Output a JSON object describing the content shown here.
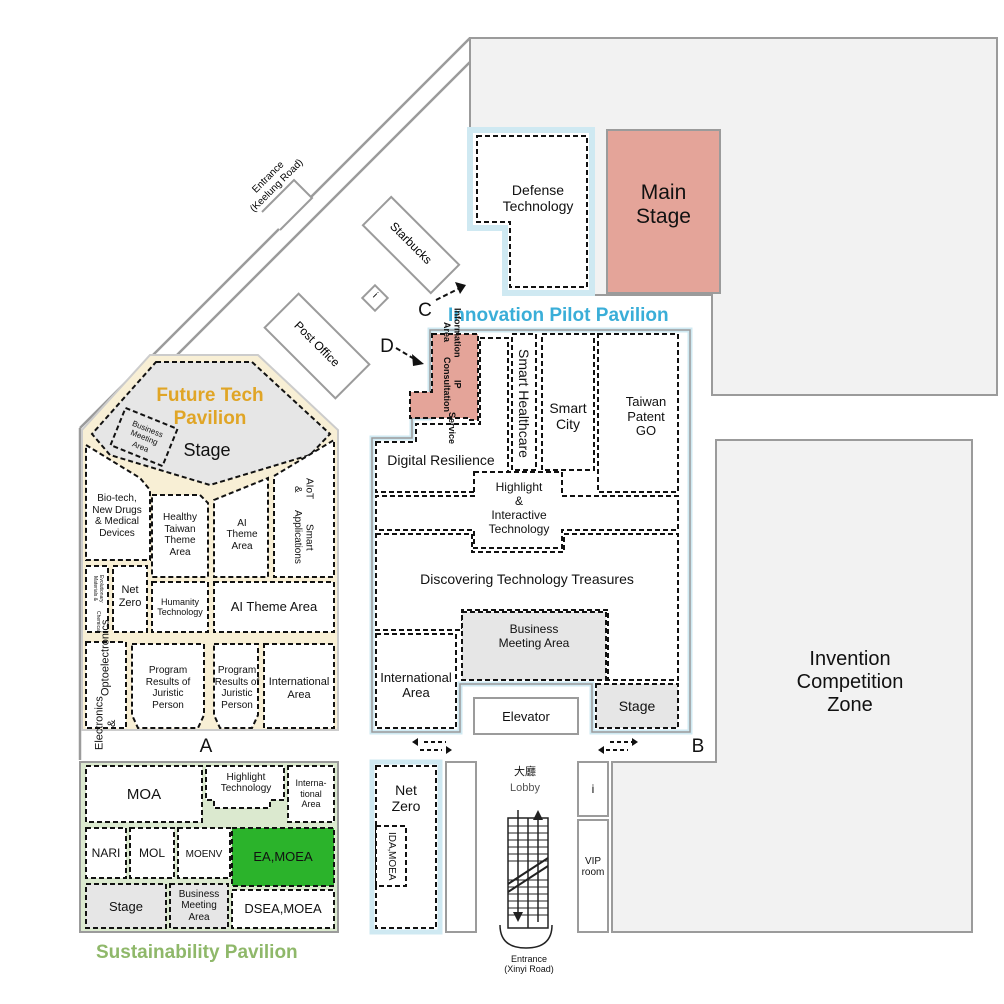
{
  "pavilions": {
    "innovation": "Innovation Pilot Pavilion",
    "future_tech": [
      "Future Tech",
      "Pavilion"
    ],
    "sustainability": "Sustainability Pavilion",
    "innovation_color": "#3aaed8",
    "future_tech_color": "#e0a526",
    "sustainability_color": "#8fb86a"
  },
  "zones": {
    "main_stage": [
      "Main",
      "Stage"
    ],
    "invention_zone": [
      "Invention",
      "Competition",
      "Zone"
    ],
    "defense_technology": [
      "Defense",
      "Technology"
    ],
    "starbucks": "Starbucks",
    "post_office": "Post Office",
    "entrance_keelung": [
      "Entrance",
      "(Keelung Road)"
    ],
    "info_booth_small": "i"
  },
  "innovation_areas": {
    "ip_consultation": [
      "Information Area",
      "IP Consultation",
      "Service"
    ],
    "smart_healthcare": "Smart Healthcare",
    "smart_city": [
      "Smart",
      "City"
    ],
    "taiwan_patent_go": [
      "Taiwan",
      "Patent",
      "GO"
    ],
    "digital_resilience": "Digital Resilience",
    "highlight_interactive": [
      "Highlight",
      "&",
      "Interactive",
      "Technology"
    ],
    "discovering_treasures": "Discovering Technology Treasures",
    "business_meeting": [
      "Business",
      "Meeting Area"
    ],
    "international": [
      "International",
      "Area"
    ],
    "stage": "Stage"
  },
  "future_tech_areas": {
    "stage": "Stage",
    "business_meeting": [
      "Business",
      "Meeting",
      "Area"
    ],
    "biotech": [
      "Bio-tech,",
      "New Drugs",
      "& Medical",
      "Devices"
    ],
    "healthy_taiwan": [
      "Healthy",
      "Taiwan",
      "Theme",
      "Area"
    ],
    "ai_theme_small": [
      "AI",
      "Theme",
      "Area"
    ],
    "aiot": [
      "AIoT &",
      "Smart Applications"
    ],
    "evolutionary": [
      "Evolutionary Materials &",
      "Chemical"
    ],
    "net_zero": [
      "Net",
      "Zero"
    ],
    "humanity": [
      "Humanity",
      "Technology"
    ],
    "ai_theme_area": "AI Theme Area",
    "electronics": [
      "Electronics &",
      "Optoelectronics"
    ],
    "program_results_1": [
      "Program",
      "Results of",
      "Juristic",
      "Person"
    ],
    "program_results_2": [
      "Program",
      "Results of",
      "Juristic",
      "Person"
    ],
    "international": [
      "International",
      "Area"
    ]
  },
  "sustainability_areas": {
    "moa": "MOA",
    "highlight_technology": [
      "Highlight",
      "Technology"
    ],
    "international": [
      "Interna-",
      "tional",
      "Area"
    ],
    "nari": "NARI",
    "mol": "MOL",
    "moenv": "MOENV",
    "ea_moea": "EA,MOEA",
    "stage": "Stage",
    "business_meeting": [
      "Business",
      "Meeting",
      "Area"
    ],
    "dsea_moea": "DSEA,MOEA"
  },
  "lobby_area": {
    "elevator": "Elevator",
    "net_zero": [
      "Net",
      "Zero"
    ],
    "ida_moea": [
      "IDA,",
      "MOEA"
    ],
    "lobby_cn": "大廳",
    "lobby_en": "Lobby",
    "info_booth": "i",
    "vip_room": [
      "VIP",
      "room"
    ],
    "entrance_xinyi": [
      "Entrance",
      "(Xinyi Road)"
    ]
  },
  "markers": {
    "a": "A",
    "b": "B",
    "c": "C",
    "d": "D"
  },
  "colors": {
    "main_stage_fill": "#e4a499",
    "ip_fill": "#e4a499",
    "grey_fill": "#e6e6e6",
    "light_blue_border": "#cfe9f2",
    "cream_path": "#f8efd5",
    "green_dark": "#2bb32b",
    "green_light": "#dbe9cf"
  }
}
